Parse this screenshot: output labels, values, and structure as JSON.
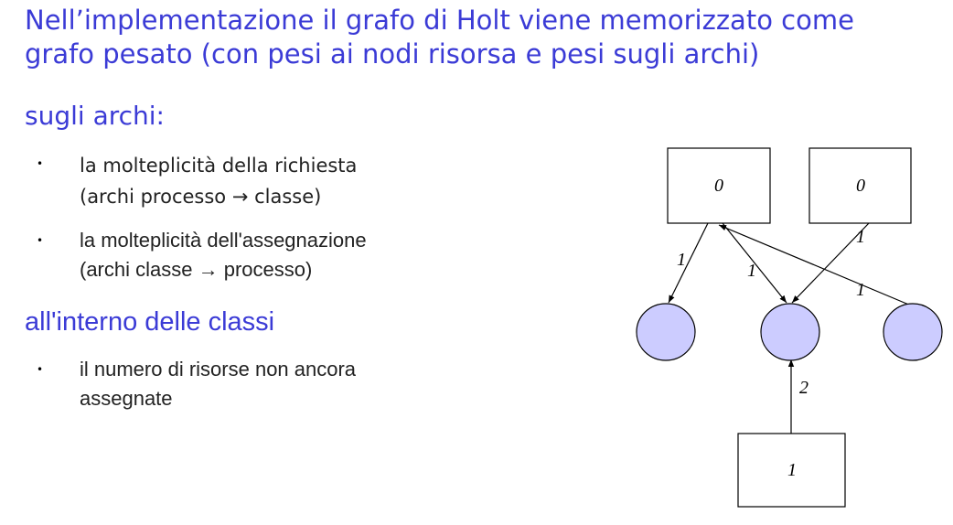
{
  "title": {
    "line1": "Nell’implementazione il grafo di Holt viene memorizzato come",
    "line2": "grafo pesato (con pesi ai nodi risorsa e pesi sugli archi)"
  },
  "sections": [
    {
      "heading": "sugli archi:",
      "items": [
        {
          "bullet": "•",
          "line1": "la molteplicità della richiesta",
          "line2": "(archi processo → classe)"
        },
        {
          "bullet": "•",
          "line1": "la molteplicità dell'assegnazione",
          "line2": "(archi classe → processo)"
        }
      ]
    },
    {
      "heading": "all'interno delle classi",
      "items": [
        {
          "bullet": "•",
          "line1": "il numero di risorse non ancora",
          "line2": "assegnate"
        }
      ]
    }
  ],
  "graph": {
    "resource_nodes": [
      {
        "id": "r-left",
        "weight": "0"
      },
      {
        "id": "r-right",
        "weight": "0"
      },
      {
        "id": "r-bottom",
        "weight": "1"
      }
    ],
    "edge_labels": [
      {
        "edge": "r-left to p-left",
        "weight": "1"
      },
      {
        "edge": "r-left to p-middle",
        "weight": "1"
      },
      {
        "edge": "r-right to p-middle",
        "weight": "1"
      },
      {
        "edge": "p-right to r-left",
        "weight": "1"
      },
      {
        "edge": "r-bottom to p-middle",
        "weight": "2"
      }
    ],
    "colors": {
      "process_fill": "#ccccff",
      "accent": "#3b3bd6"
    }
  }
}
